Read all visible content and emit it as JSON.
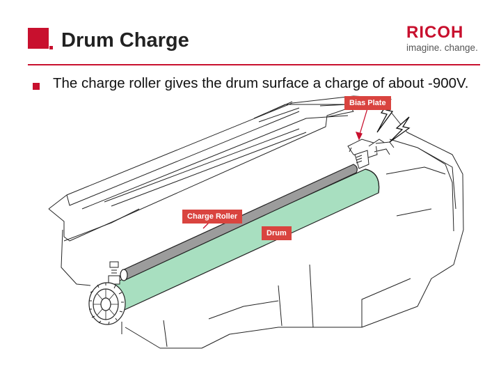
{
  "header": {
    "title": "Drum Charge",
    "brand": {
      "name": "RICOH",
      "tagline": "imagine. change.",
      "color": "#c8102e"
    }
  },
  "bullets": [
    {
      "text": "The charge roller gives the drum surface a charge of about -900V."
    }
  ],
  "diagram": {
    "labels": {
      "bias_plate": "Bias Plate",
      "charge_roller": "Charge Roller",
      "drum": "Drum"
    },
    "colors": {
      "accent": "#c8102e",
      "label_bg": "#d9443f",
      "drum_fill": "#a8dfc0",
      "roller_fill": "#9c9c9c",
      "outline": "#222222"
    },
    "icons": [
      "lightning-bolt-icon",
      "lightning-bolt-icon",
      "bullet-square-icon"
    ]
  }
}
